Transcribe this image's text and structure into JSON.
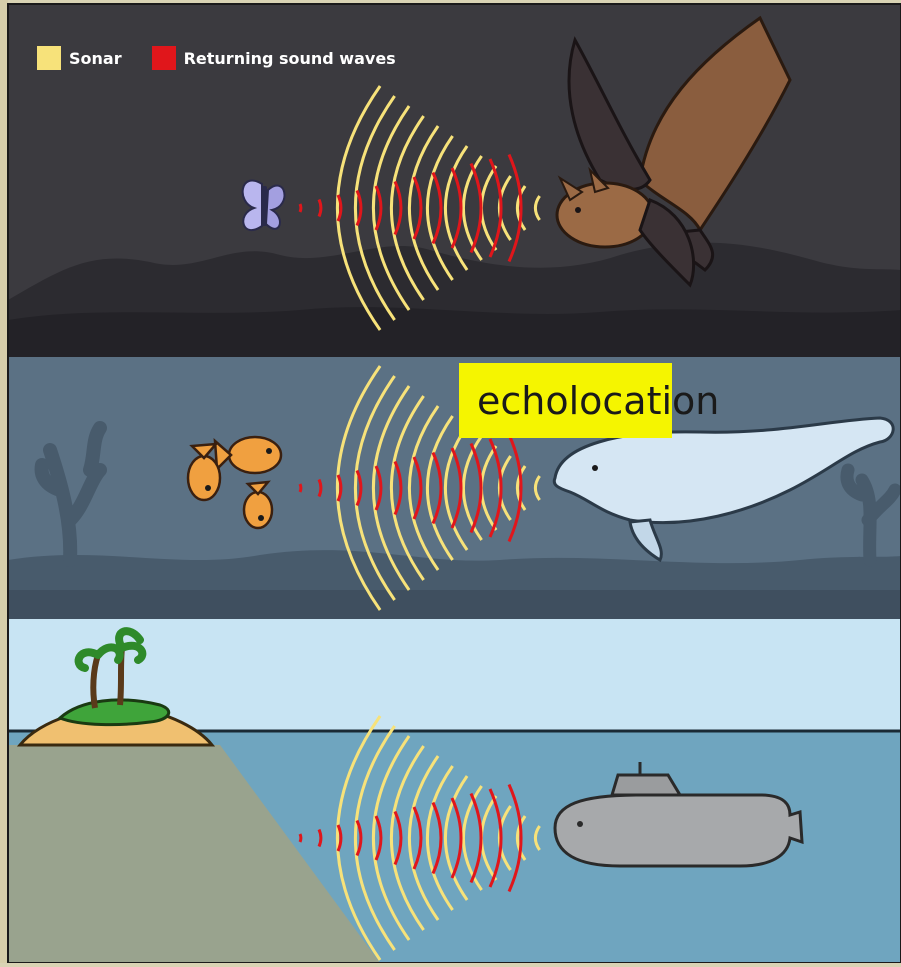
{
  "legend": {
    "sonar_label": "Sonar",
    "returning_label": "Returning sound waves",
    "sonar_color": "#f7e27a",
    "returning_color": "#e0161b"
  },
  "annotation": {
    "highlighted_part": "echolocati",
    "remaining_part": "on",
    "highlight_color": "#f5f500"
  },
  "panels": [
    {
      "name": "bat-panel",
      "source": "bat-icon",
      "target": "butterfly-icon",
      "bg": "#3b3a3f"
    },
    {
      "name": "whale-panel",
      "source": "beluga-icon",
      "target": "fish-icon",
      "bg": "#5b7184"
    },
    {
      "name": "submarine-panel",
      "source": "submarine-icon",
      "target": "island-icon",
      "bg": "#6fa5bf"
    }
  ]
}
